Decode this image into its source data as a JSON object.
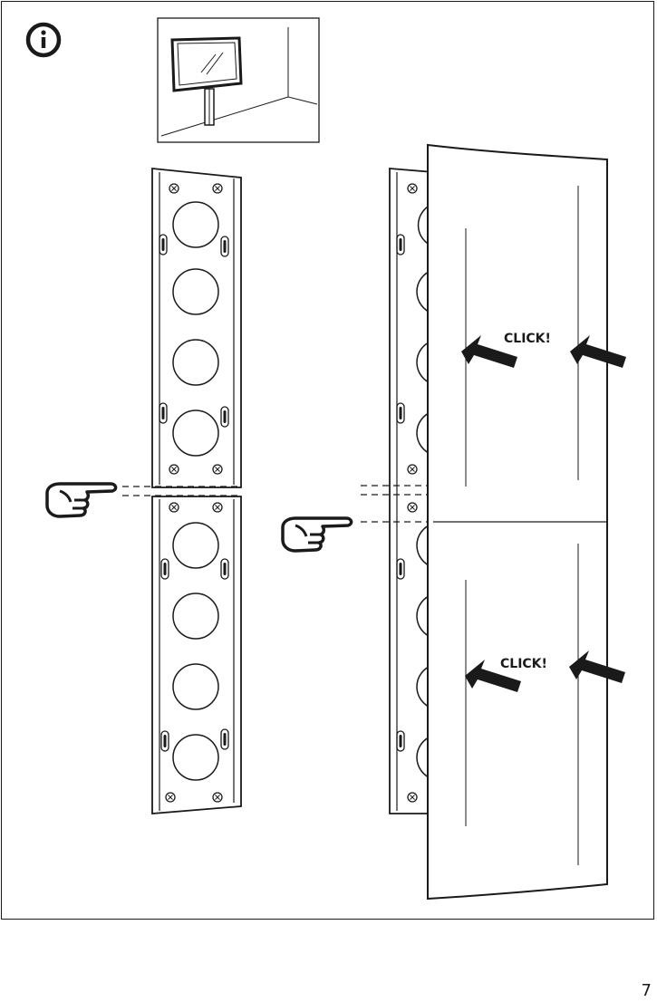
{
  "step": {
    "info_icon": "info-icon",
    "click_labels": [
      "CLICK!",
      "CLICK!"
    ],
    "page_number": "7"
  }
}
